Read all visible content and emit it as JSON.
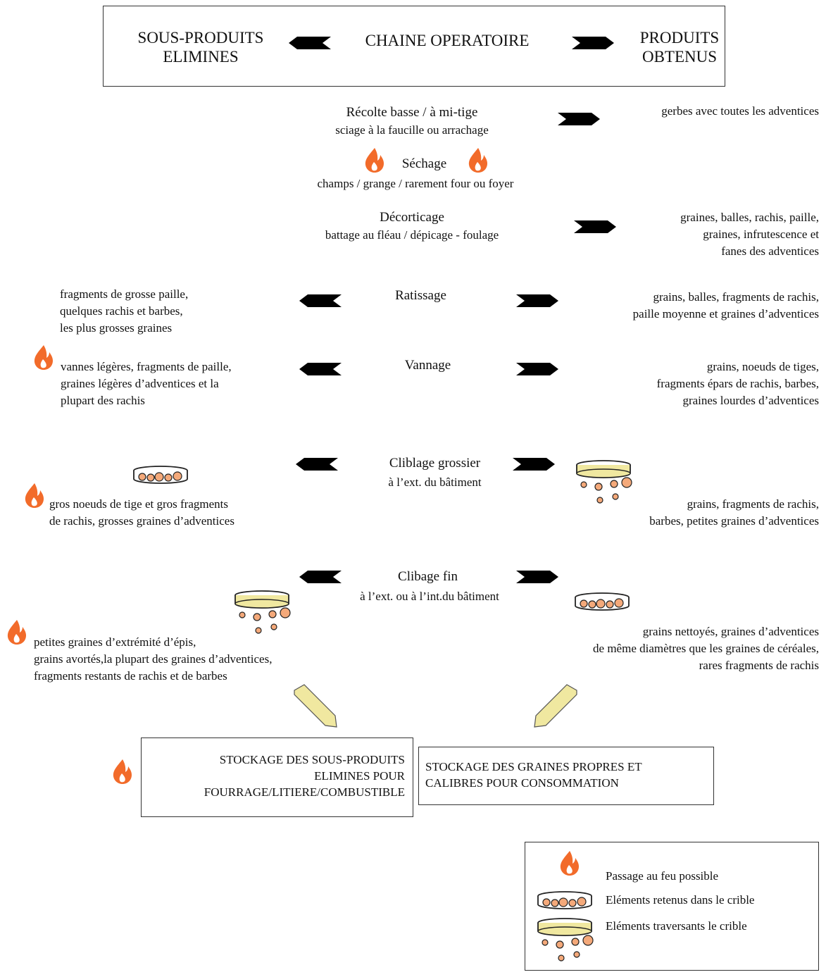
{
  "header": {
    "left": "SOUS-PRODUITS\nELIMINES",
    "center": "CHAINE OPERATOIRE",
    "right": "PRODUITS\nOBTENUS"
  },
  "steps": [
    {
      "title": "Récolte basse / à mi-tige",
      "sub": "sciage à la faucille ou arrachage",
      "right": "gerbes avec toutes les adventices"
    },
    {
      "title": "Séchage",
      "sub": "champs / grange / rarement four ou foyer"
    },
    {
      "title": "Décorticage",
      "sub": "battage au fléau / dépicage - foulage",
      "right": "graines, balles, rachis, paille,\ngraines, infrutescence et\nfanes des adventices"
    },
    {
      "title": "Ratissage",
      "left": "fragments de grosse paille,\nquelques rachis et barbes,\nles plus grosses graines",
      "right": "grains, balles, fragments de rachis,\npaille moyenne et graines d’adventices"
    },
    {
      "title": "Vannage",
      "left": "vannes légères, fragments de paille,\ngraines légères d’adventices et la\nplupart des rachis",
      "right": "grains, noeuds de tiges,\nfragments épars de rachis, barbes,\ngraines lourdes d’adventices"
    },
    {
      "title": "Cliblage grossier",
      "sub": "à l’ext. du bâtiment",
      "left": "gros noeuds de tige et gros fragments\nde rachis, grosses graines d’adventices",
      "right": "grains, fragments de rachis,\nbarbes, petites graines d’adventices"
    },
    {
      "title": "Clibage fin",
      "sub": "à l’ext. ou à l’int.du bâtiment",
      "left": "petites graines d’extrémité d’épis,\ngrains avortés,la plupart des graines d’adventices,\nfragments restants de rachis et de barbes",
      "right": "grains nettoyés, graines d’adventices\nde même diamètres que les graines de céréales,\nrares fragments de rachis"
    }
  ],
  "storage": {
    "left": "STOCKAGE DES SOUS-PRODUITS\nELIMINES POUR\nFOURRAGE/LITIERE/COMBUSTIBLE",
    "right": "STOCKAGE DES GRAINES PROPRES ET\nCALIBRES POUR CONSOMMATION"
  },
  "legend": {
    "fire": "Passage au feu possible",
    "retained": "Eléments retenus dans le crible",
    "passing": "Eléments traversants le crible"
  },
  "colors": {
    "arrow_fill": "#f0e8a0",
    "flame": "#f26b2a",
    "grain": "#f4a97a",
    "sieve_fill": "#f0e8a0"
  },
  "icons": [
    "flame-icon",
    "sieve-retained-icon",
    "sieve-passing-icon",
    "arrow-right-icon",
    "arrow-left-icon"
  ]
}
